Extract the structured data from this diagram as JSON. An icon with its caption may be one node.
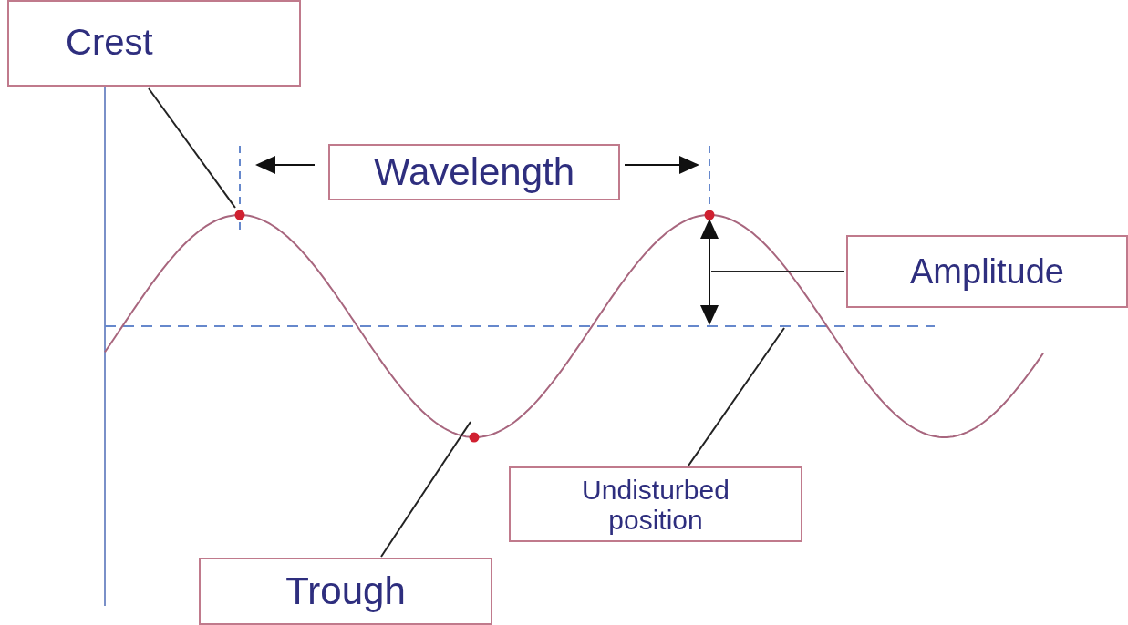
{
  "diagram": {
    "nodes": [
      {
        "text": [
          "Crest"
        ]
      },
      {
        "text": [
          "Wavelength"
        ]
      },
      {
        "text": [],
        "shape": "circle"
      },
      {
        "text": [
          "Amplitude"
        ]
      },
      {
        "text": [],
        "shape": "circle"
      },
      {
        "text": [
          "Undisturbed position"
        ]
      },
      {
        "text": [
          "Trough"
        ]
      }
    ],
    "edges": [
      {
        "from": 0,
        "to": 2,
        "arrow": "none"
      },
      {
        "from": 3,
        "to": null,
        "arrow": "none"
      },
      {
        "from": 6,
        "to": 4,
        "arrow": "none"
      },
      {
        "from": 5,
        "to": null,
        "arrow": "none"
      }
    ]
  }
}
